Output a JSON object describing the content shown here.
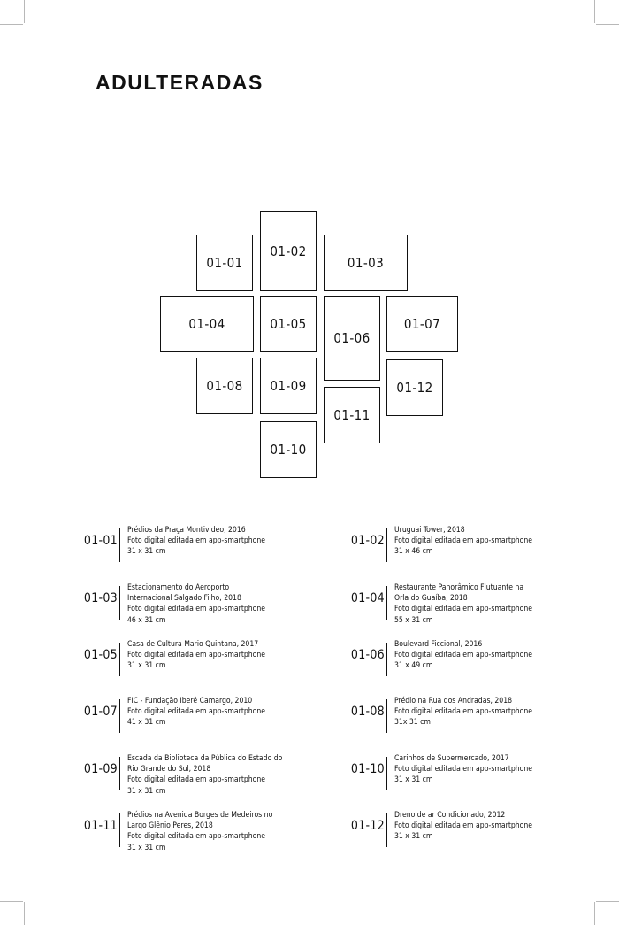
{
  "title": "ADULTERADAS",
  "tiles": [
    {
      "code": "01-01"
    },
    {
      "code": "01-02"
    },
    {
      "code": "01-03"
    },
    {
      "code": "01-04"
    },
    {
      "code": "01-05"
    },
    {
      "code": "01-06"
    },
    {
      "code": "01-07"
    },
    {
      "code": "01-08"
    },
    {
      "code": "01-09"
    },
    {
      "code": "01-10"
    },
    {
      "code": "01-11"
    },
    {
      "code": "01-12"
    }
  ],
  "captions": [
    {
      "code": "01-01",
      "lines": [
        "Prédios da Praça Montivideo, 2016",
        "Foto digital editada em app-smartphone",
        "31 x 31 cm"
      ]
    },
    {
      "code": "01-02",
      "lines": [
        "Uruguai Tower, 2018",
        "Foto digital editada em app-smartphone",
        "31 x 46 cm"
      ]
    },
    {
      "code": "01-03",
      "lines": [
        "Estacionamento do Aeroporto",
        "Internacional Salgado Filho, 2018",
        "Foto digital editada em app-smartphone",
        "46 x 31 cm"
      ]
    },
    {
      "code": "01-04",
      "lines": [
        "Restaurante Panorâmico Flutuante na",
        "Orla do Guaíba, 2018",
        "Foto digital editada em app-smartphone",
        "55 x 31 cm"
      ]
    },
    {
      "code": "01-05",
      "lines": [
        "Casa de Cultura Mario Quintana, 2017",
        "Foto digital editada em app-smartphone",
        "31 x 31 cm"
      ]
    },
    {
      "code": "01-06",
      "lines": [
        "Boulevard Ficcional, 2016",
        "Foto digital editada em app-smartphone",
        "31 x 49 cm"
      ]
    },
    {
      "code": "01-07",
      "lines": [
        "FIC - Fundação Iberê Camargo, 2010",
        "Foto digital editada em app-smartphone",
        "41 x 31 cm"
      ]
    },
    {
      "code": "01-08",
      "lines": [
        "Prédio na Rua dos Andradas, 2018",
        "Foto digital editada em app-smartphone",
        "31x 31 cm"
      ]
    },
    {
      "code": "01-09",
      "lines": [
        "Escada da Biblioteca da Pública do Estado do",
        "Rio Grande do Sul, 2018",
        "Foto digital editada em app-smartphone",
        "31 x 31 cm"
      ]
    },
    {
      "code": "01-10",
      "lines": [
        "Carinhos de Supermercado, 2017",
        "Foto digital editada em app-smartphone",
        "31 x 31 cm"
      ]
    },
    {
      "code": "01-11",
      "lines": [
        "Prédios na Avenida Borges de Medeiros no",
        "Largo Glênio Peres, 2018",
        "Foto digital editada em app-smartphone",
        "31 x 31 cm"
      ]
    },
    {
      "code": "01-12",
      "lines": [
        "Dreno de ar Condicionado, 2012",
        "Foto digital editada em app-smartphone",
        "31 x 31 cm"
      ]
    }
  ]
}
